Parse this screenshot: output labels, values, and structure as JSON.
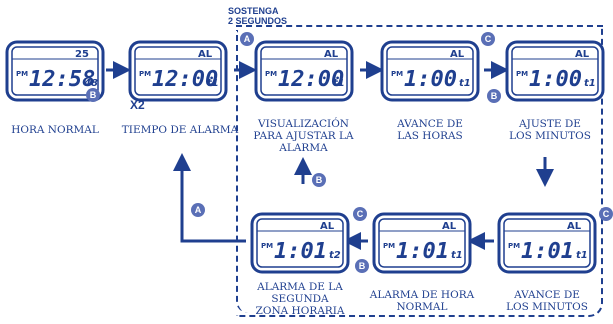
{
  "hold_hint": [
    "SOSTENGA",
    "2 SEGUNDOS"
  ],
  "repeat_label": "X2",
  "buttons": {
    "a": "A",
    "b": "B",
    "c": "C"
  },
  "displays": [
    {
      "id": "normal",
      "pm": "PM",
      "top_left": "",
      "top_right": "25",
      "main": "12:58",
      "sub": "48"
    },
    {
      "id": "alarm",
      "pm": "PM",
      "top_left": "",
      "top_right": "AL",
      "main": "12:00",
      "sub": "t1"
    },
    {
      "id": "set",
      "pm": "PM",
      "top_left": "",
      "top_right": "AL",
      "main": "12:00",
      "sub": "t1"
    },
    {
      "id": "hours",
      "pm": "PM",
      "top_left": "",
      "top_right": "AL",
      "main": "1:00",
      "sub": "t1"
    },
    {
      "id": "minutes",
      "pm": "PM",
      "top_left": "",
      "top_right": "AL",
      "main": "1:00",
      "sub": "t1"
    },
    {
      "id": "min-advance",
      "pm": "PM",
      "top_left": "",
      "top_right": "AL",
      "main": "1:01",
      "sub": "t1"
    },
    {
      "id": "normal-alarm",
      "pm": "PM",
      "top_left": "",
      "top_right": "AL",
      "main": "1:01",
      "sub": "t1"
    },
    {
      "id": "zone2",
      "pm": "PM",
      "top_left": "",
      "top_right": "AL",
      "main": "1:01",
      "sub": "t2"
    }
  ],
  "labels": {
    "hora_normal": [
      "HORA NORMAL"
    ],
    "tiempo_alarma": [
      "TIEMPO DE ALARMA"
    ],
    "visualizacion": [
      "VISUALIZACIÓN",
      "PARA AJUSTAR LA",
      "ALARMA"
    ],
    "avance_horas": [
      "AVANCE DE",
      "LAS HORAS"
    ],
    "ajuste_minutos": [
      "AJUSTE DE",
      "LOS MINUTOS"
    ],
    "avance_minutos": [
      "AVANCE DE",
      "LOS MINUTOS"
    ],
    "alarma_hora_normal": [
      "ALARMA DE HORA",
      "NORMAL"
    ],
    "alarma_segunda": [
      "ALARMA DE LA",
      "SEGUNDA",
      "ZONA HORARIA"
    ]
  },
  "colors": {
    "primary": "#1f3f8f",
    "button": "#5a6fb6",
    "screen": "#ffffff"
  }
}
